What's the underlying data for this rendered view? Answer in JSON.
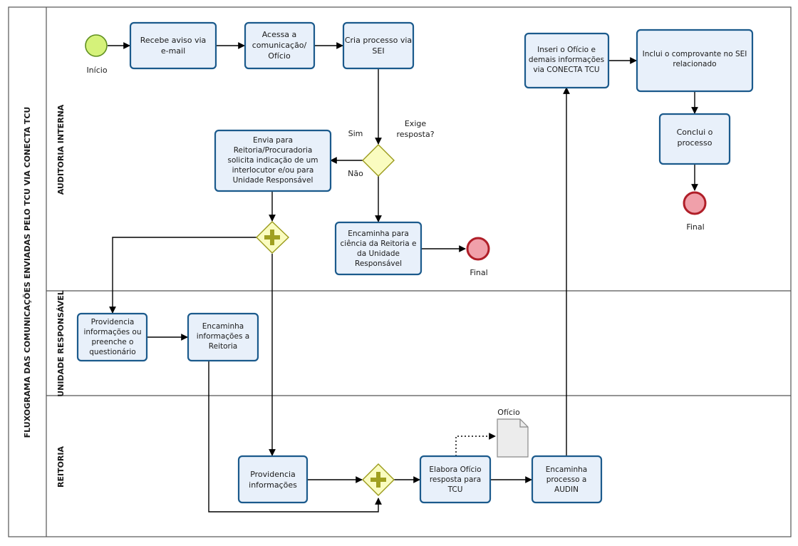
{
  "title": "FLUXOGRAMA DAS COMUNICAÇÕES ENVIADAS PELO TCU VIA CONECTA TCU",
  "lanes": {
    "auditoria": "AUDITORIA INTERNA",
    "unidade": "UNIDADE RESPONSÁVEL",
    "reitoria": "REITORIA"
  },
  "events": {
    "start": "Início",
    "end1": "Final",
    "end2": "Final"
  },
  "tasks": {
    "recebe": [
      "Recebe aviso via",
      "e-mail"
    ],
    "acessa": [
      "Acessa a",
      "comunicação/",
      "Ofício"
    ],
    "cria": [
      "Cria processo via",
      "SEI"
    ],
    "envia": [
      "Envia para",
      "Reitoria/Procuradoria",
      "solicita indicação de um",
      "interlocutor e/ou para",
      "Unidade Responsável"
    ],
    "encaminha_ciencia": [
      "Encaminha para",
      "ciência da Reitoria e",
      "da Unidade",
      "Responsável"
    ],
    "inseri": [
      "Inseri o Ofício e",
      "demais informações",
      "via CONECTA TCU"
    ],
    "inclui": [
      "Inclui o comprovante no SEI",
      "relacionado"
    ],
    "conclui": [
      "Conclui o",
      "processo"
    ],
    "providencia_unid": [
      "Providencia",
      "informações ou",
      "preenche o",
      "questionário"
    ],
    "encaminha_reit": [
      "Encaminha",
      "informações a",
      "Reitoria"
    ],
    "providencia_reit": [
      "Providencia",
      "informações"
    ],
    "elabora": [
      "Elabora Ofício",
      "resposta para",
      "TCU"
    ],
    "encaminha_audin": [
      "Encaminha",
      "processo a",
      "AUDIN"
    ]
  },
  "gateway": {
    "question": [
      "Exige",
      "resposta?"
    ],
    "yes": "Sim",
    "no": "Não"
  },
  "document": "Ofício",
  "colors": {
    "task_fill": "#e8f0fa",
    "task_stroke": "#1b5a8c",
    "gateway_fill": "#fafcc0",
    "gateway_stroke": "#9a9a1a",
    "plus": "#a0a020",
    "start_fill": "#d5f27a",
    "start_stroke": "#5f8f1f",
    "end_fill": "#f0a0aa",
    "end_stroke": "#b01e28"
  }
}
